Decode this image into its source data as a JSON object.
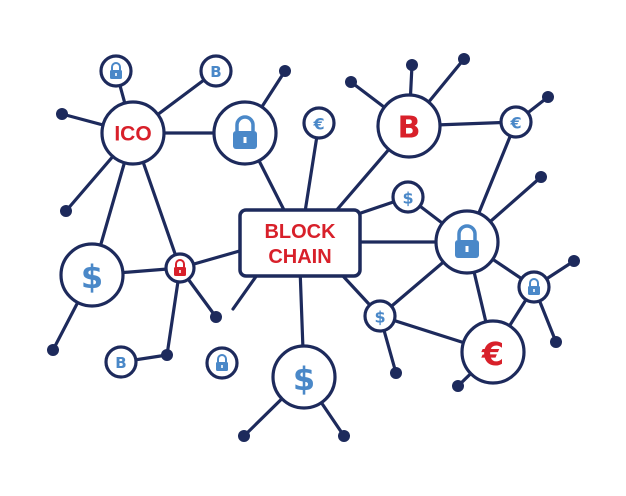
{
  "colors": {
    "navy": "#1d2a5c",
    "red": "#d8202a",
    "blue": "#4a88c8",
    "white": "#ffffff"
  },
  "labels": {
    "ico": "ICO",
    "blockchain_line1": "BLOCK",
    "blockchain_line2": "CHAIN"
  },
  "glyphs": {
    "dollar": "$",
    "euro": "€",
    "bitcoin": "B"
  },
  "icons": [
    "lock-icon",
    "bitcoin-icon",
    "euro-icon",
    "dollar-icon"
  ]
}
